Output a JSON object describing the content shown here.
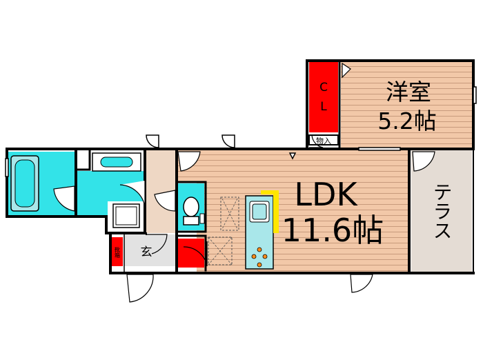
{
  "rooms": {
    "western_room": {
      "name": "洋室",
      "size": "5.2帖"
    },
    "ldk": {
      "name": "LDK",
      "size": "11.6帖"
    },
    "terrace": {
      "name": "テラス"
    },
    "entrance": {
      "name": "玄"
    },
    "closet": {
      "name": "CL"
    },
    "storage": {
      "name": "物入"
    },
    "shoe_box": {
      "name": "靴箱"
    }
  },
  "colors": {
    "wall": "#000000",
    "wood_floor": "#f2c8a8",
    "wood_stripe": "#c79a7c",
    "wet_area": "#33e3e8",
    "storage_red": "#ff0000",
    "terrace": "#e4dcd4",
    "hall": "#eed7c4",
    "entrance_floor": "#e2e2e2",
    "kitchen_counter": "#a9e7ea",
    "accent_yellow": "#ffe600"
  }
}
